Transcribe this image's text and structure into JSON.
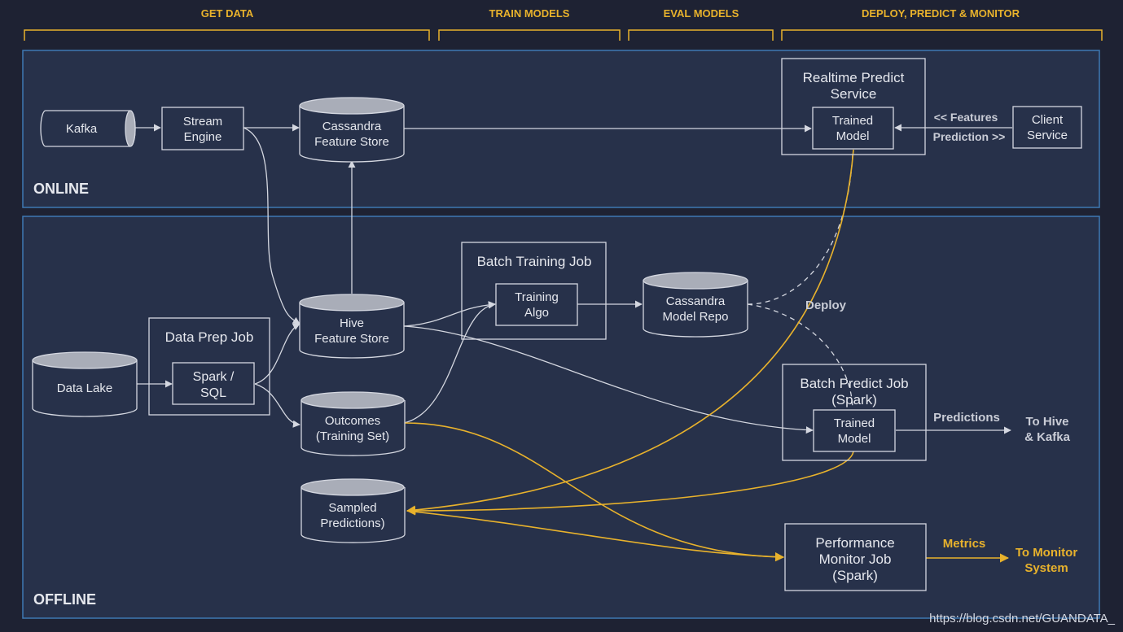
{
  "stages": {
    "get_data": "GET DATA",
    "train_models": "TRAIN MODELS",
    "eval_models": "EVAL MODELS",
    "deploy": "DEPLOY, PREDICT & MONITOR"
  },
  "sections": {
    "online": "ONLINE",
    "offline": "OFFLINE"
  },
  "nodes": {
    "kafka": "Kafka",
    "stream_engine": [
      "Stream",
      "Engine"
    ],
    "cassandra_feature_store": [
      "Cassandra",
      "Feature Store"
    ],
    "realtime_predict_service": [
      "Realtime Predict",
      "Service"
    ],
    "trained_model_online": [
      "Trained",
      "Model"
    ],
    "client_service": [
      "Client",
      "Service"
    ],
    "data_lake": "Data Lake",
    "data_prep_job": "Data Prep Job",
    "spark_sql": [
      "Spark /",
      "SQL"
    ],
    "hive_feature_store": [
      "Hive",
      "Feature Store"
    ],
    "outcomes": [
      "Outcomes",
      "(Training Set)"
    ],
    "sampled_predictions": [
      "Sampled",
      "Predictions)"
    ],
    "batch_training_job": "Batch Training Job",
    "training_algo": [
      "Training",
      "Algo"
    ],
    "cassandra_model_repo": [
      "Cassandra",
      "Model Repo"
    ],
    "batch_predict_job": [
      "Batch Predict Job",
      "(Spark)"
    ],
    "trained_model_batch": [
      "Trained",
      "Model"
    ],
    "performance_monitor_job": [
      "Performance",
      "Monitor Job",
      "(Spark)"
    ]
  },
  "labels": {
    "features": "<< Features",
    "prediction": "Prediction >>",
    "deploy": "Deploy",
    "predictions": "Predictions",
    "to_hive_kafka": [
      "To Hive",
      "& Kafka"
    ],
    "metrics": "Metrics",
    "to_monitor_system": [
      "To Monitor",
      "System"
    ]
  },
  "watermark": "https://blog.csdn.net/GUANDATA_",
  "colors": {
    "background": "#1e2233",
    "panel": "#27314a",
    "panel_border": "#3f79b3",
    "box_stroke": "#d4d7e0",
    "text": "#e6e8ee",
    "label_bold": "#c9ccd6",
    "accent": "#e8b22c"
  }
}
